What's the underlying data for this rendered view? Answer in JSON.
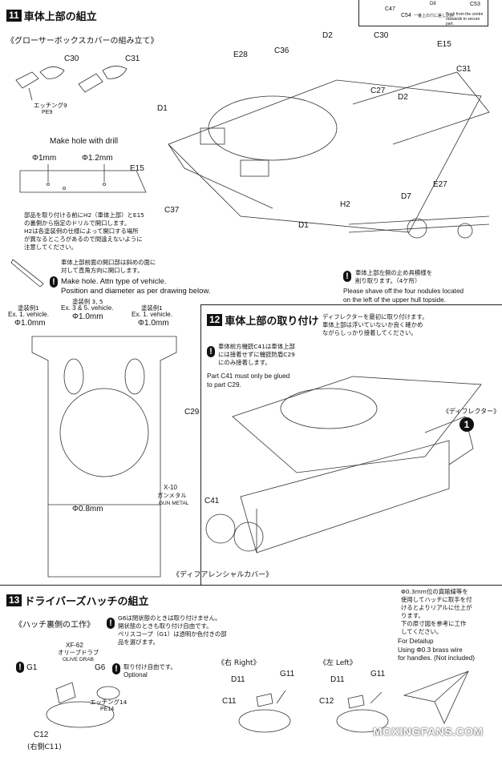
{
  "corner_box": {
    "c53": "C53",
    "c47": "C47",
    "c54": "C54",
    "d8": "D8",
    "note_jp": "一番上の穴に差し込み",
    "note_en": "Push from the centre outwards to secure part."
  },
  "step11": {
    "number": "11",
    "title": "車体上部の組立",
    "sub_title": "《グローサーボックスカバーの組み立て》",
    "etch": {
      "jp": "エッチング9",
      "en": "PE9"
    },
    "drill_label": "Make hole with drill",
    "dia_1mm": "Φ1mm",
    "dia_12mm": "Φ1.2mm",
    "note_jp": "部品を取り付ける前にH2（車体上部）とE15\nの裏側から指定のドリルで開口します。\nH2は各塗装例の仕様によって開口する場所\nが異なるところがあるので間違えないように\n注意してください。",
    "hole_note_jp": "車体上部前面の開口部は斜めの面に\n対して直角方向に開口します。",
    "hole_note_en": "Make hole. Attn type of vehicle.\nPosition and diameter as per drawing below.",
    "shave_jp": "車体上部左側の止め具模様を\n削り取ります。（4ケ所）",
    "shave_en": "Please shave off the four nodules located\non the left of the upper hull topside.",
    "parts": {
      "c30": "C30",
      "c31": "C31",
      "e28": "E28",
      "c36": "C36",
      "d2": "D2",
      "e15": "E15",
      "c27": "C27",
      "d1": "D1",
      "c37": "C37",
      "h2": "H2",
      "d7": "D7",
      "e27": "E27"
    },
    "paint": {
      "left": {
        "jp": "塗装例1",
        "en": "Ex. 1. vehicle.",
        "dia": "Φ1.0mm"
      },
      "center": {
        "jp": "塗装例 3, 5",
        "en": "Ex. 3 & 5. vehicle.",
        "dia": "Φ1.0mm"
      },
      "right": {
        "jp": "塗装例1",
        "en": "Ex. 1. vehicle.",
        "dia": "Φ1.0mm"
      },
      "bottom_dia": "Φ0.8mm"
    }
  },
  "step12": {
    "number": "12",
    "title": "車体上部の取り付け",
    "top_note_jp": "ディフレクターを最初に取り付けます。\n車体上部は浮いていないか良く確かめ\nながらしっかり接着してください。",
    "c41_jp": "車体前方機銃C41は車体上部\nには接着せずに機銃防盾C29\nにのみ接着します。",
    "c41_en": "Part C41 must only be glued\nto part C29.",
    "deflector": "《ディフレクター》",
    "circle_num": "1",
    "diff_cover": "《ディフアレンシャルカバー》",
    "paint_code": "X-10",
    "paint_jp": "ガンメタル",
    "paint_en": "GUN METAL",
    "parts": {
      "c29": "C29",
      "c41": "C41"
    }
  },
  "step13": {
    "number": "13",
    "title": "ドライバーズハッチの組立",
    "sub_title": "《ハッチ裏側の工作》",
    "g6_note": "G6は閉状態のときは取り付けません。\n開状態のときも取り付け自由です。\nペリスコープ（G1）は透明か色付きの部\n品を選びます。",
    "paint_code": "XF-62",
    "paint_jp": "オリーブドラブ",
    "paint_en": "OLIVE DRAB",
    "optional_jp": "取り付け自由です。",
    "optional_en": "Optional",
    "etch": {
      "jp": "エッチング14",
      "en": "PE14"
    },
    "right_title": "《右 Right》",
    "left_title": "《左 Left》",
    "c12_right": "(右側C11)",
    "brass_jp": "Φ0.3mm位の真鍮線等を\n使用してハッチに取手を付\nけるとよりリアルに仕上が\nります。\n下の原寸図を参考に工作\nしてください。",
    "brass_en": "For Detailup\nUsing Φ0.3 brass wire\nfor handles. (Not included)",
    "parts": {
      "g1": "G1",
      "g6": "G6",
      "c12": "C12",
      "d11": "D11",
      "g11": "G11",
      "c11": "C11"
    }
  },
  "watermark": "MOXINGFANS.COM"
}
